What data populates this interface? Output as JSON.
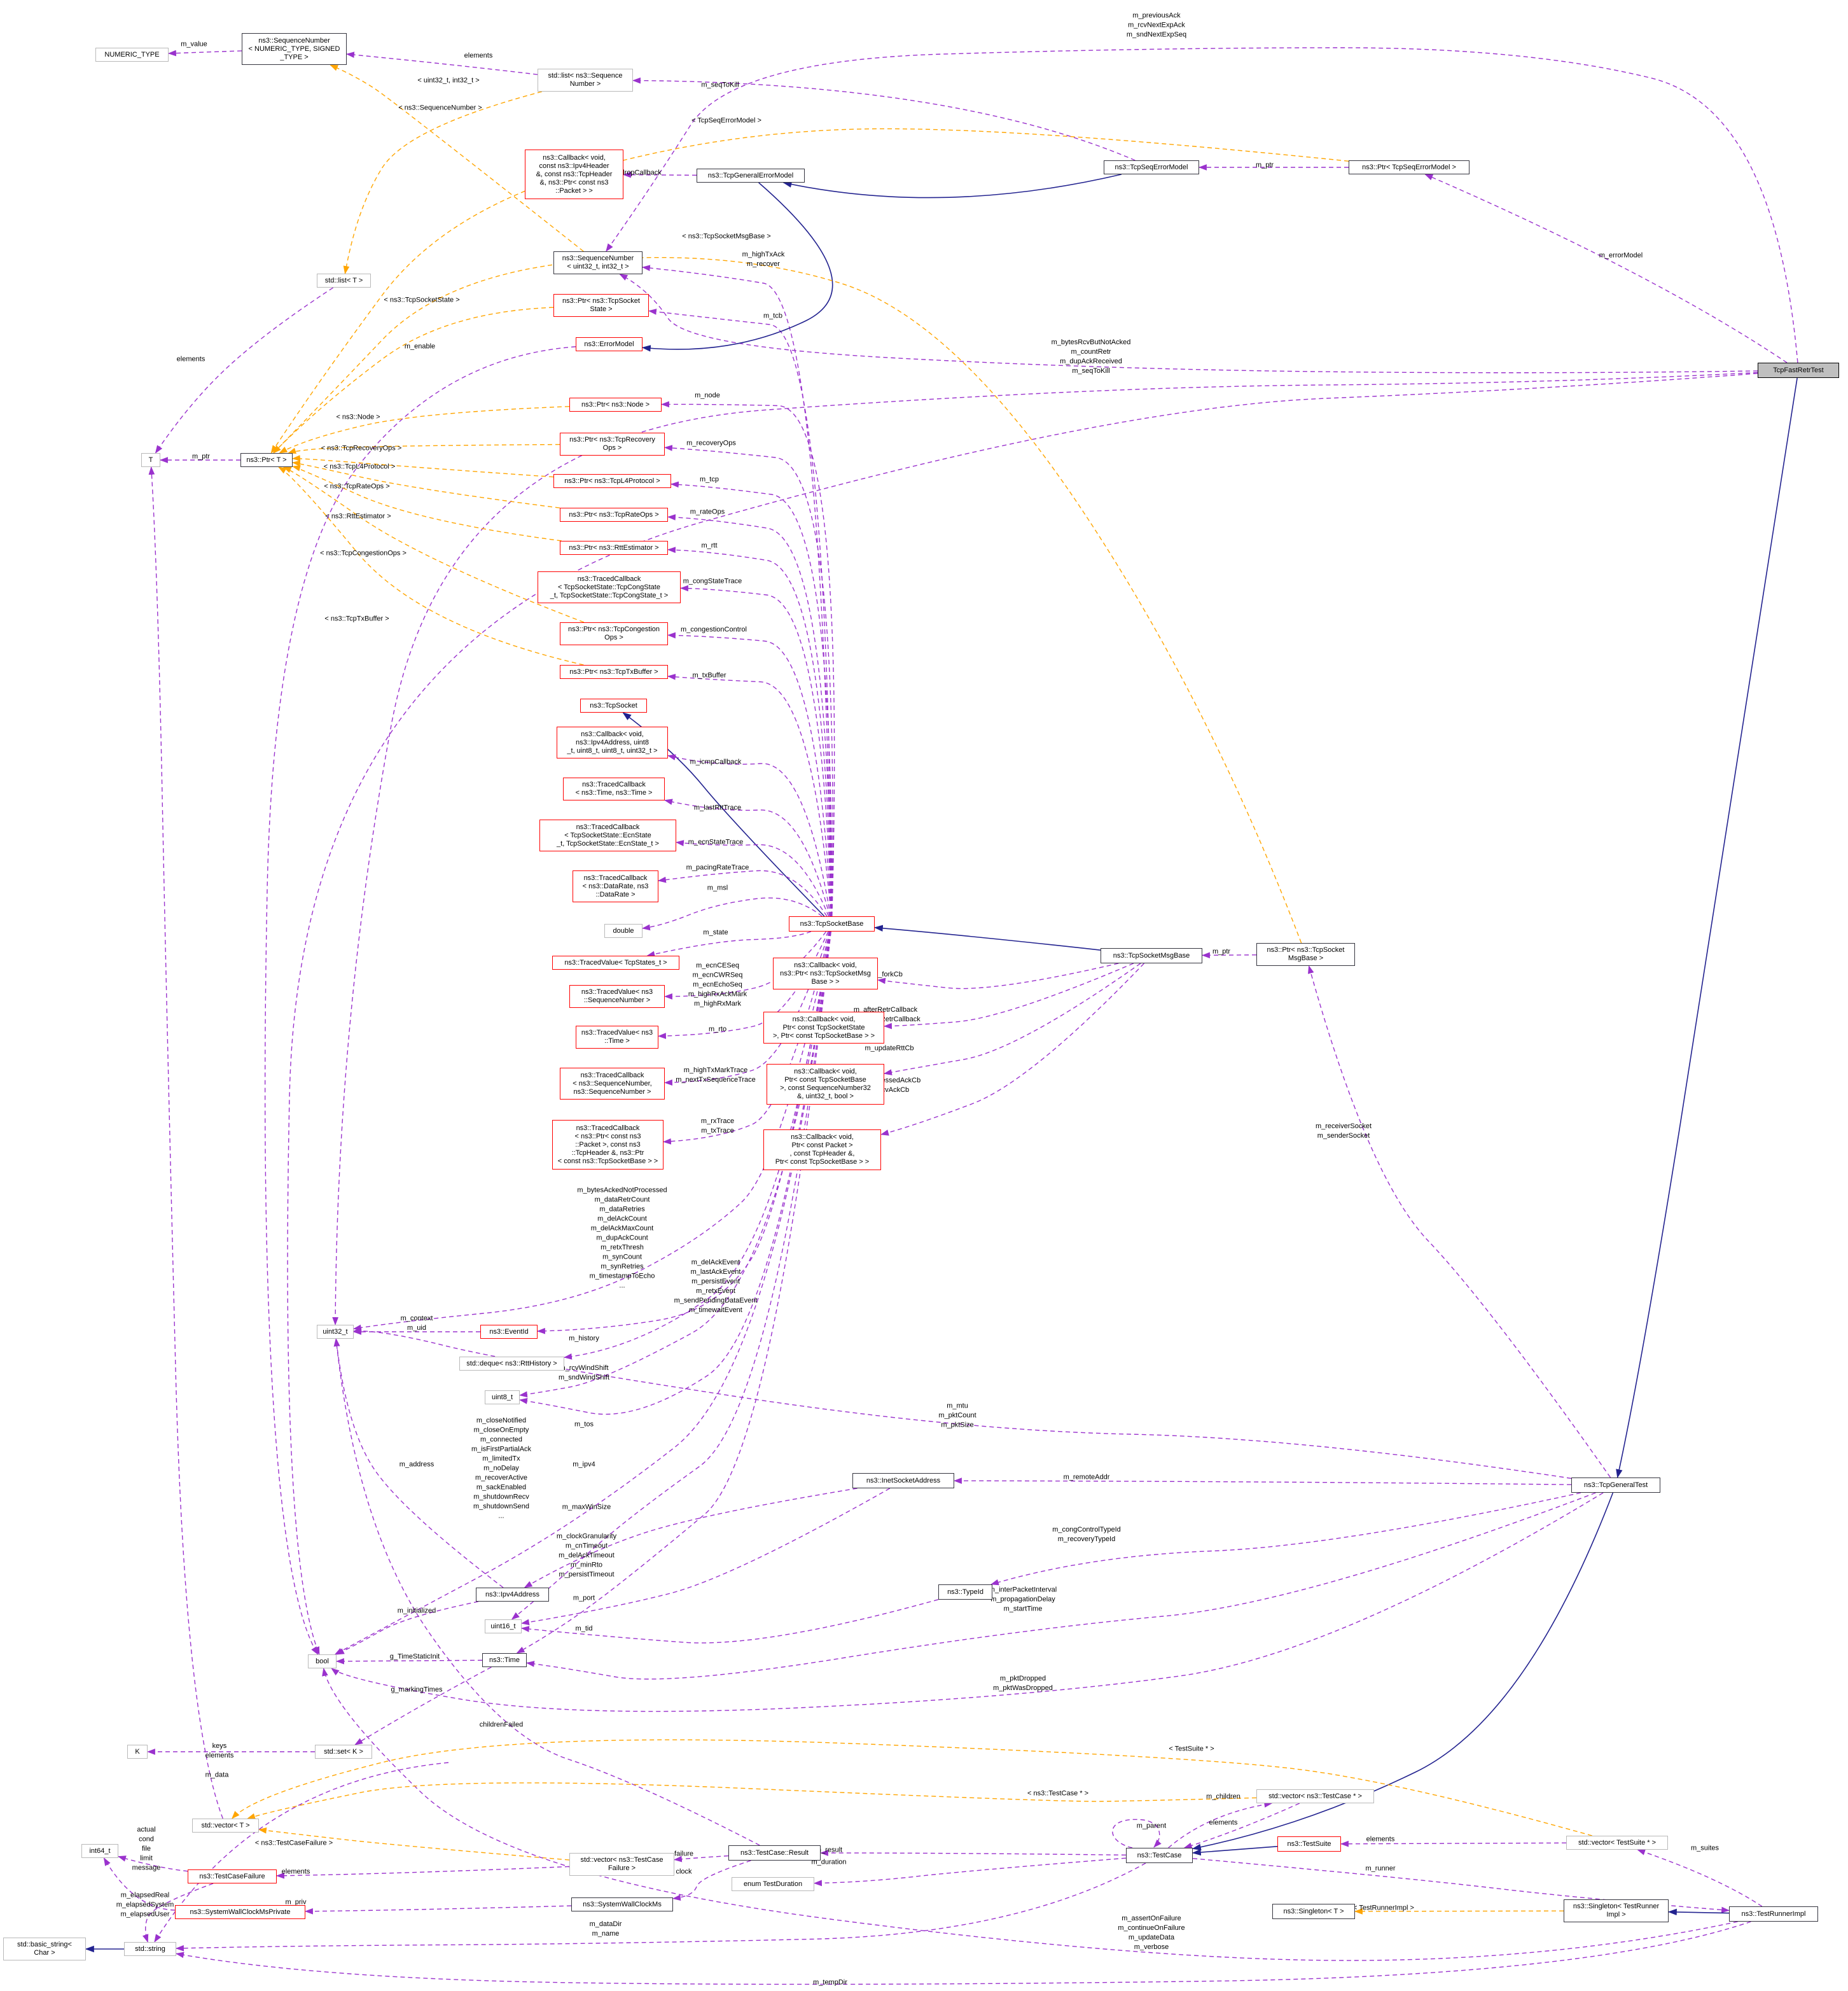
{
  "diagram": {
    "main_node": "TcpFastRetrTest",
    "kind": "collaboration-graph",
    "colors": {
      "member_edge": "#9a32cd",
      "template_edge": "#ffa500",
      "inherit_edge": "#22228f",
      "red_box": "#ff0000",
      "main_fill": "#bfbfbf"
    }
  },
  "nodes": [
    {
      "id": "numeric_type",
      "label": "NUMERIC_TYPE",
      "style": "gray"
    },
    {
      "id": "seqnum_tpl",
      "label": "ns3::SequenceNumber\n< NUMERIC_TYPE, SIGNED\n_TYPE >",
      "style": "black"
    },
    {
      "id": "list_seqnum",
      "label": "std::list< ns3::Sequence\nNumber >",
      "style": "gray"
    },
    {
      "id": "cb_drop",
      "label": "ns3::Callback< void,\nconst ns3::Ipv4Header\n&, const ns3::TcpHeader\n&, ns3::Ptr< const ns3\n::Packet > >",
      "style": "red"
    },
    {
      "id": "tgem",
      "label": "ns3::TcpGeneralErrorModel",
      "style": "black"
    },
    {
      "id": "tsem",
      "label": "ns3::TcpSeqErrorModel",
      "style": "black"
    },
    {
      "id": "ptr_tsem",
      "label": "ns3::Ptr< TcpSeqErrorModel >",
      "style": "black"
    },
    {
      "id": "fastretr",
      "label": "TcpFastRetrTest",
      "style": "main"
    },
    {
      "id": "list_t",
      "label": "std::list< T >",
      "style": "gray"
    },
    {
      "id": "seqnum32",
      "label": "ns3::SequenceNumber\n< uint32_t, int32_t >",
      "style": "black"
    },
    {
      "id": "ptr_sockstate",
      "label": "ns3::Ptr< ns3::TcpSocket\nState >",
      "style": "red"
    },
    {
      "id": "error_model",
      "label": "ns3::ErrorModel",
      "style": "red"
    },
    {
      "id": "T",
      "label": "T",
      "style": "gray"
    },
    {
      "id": "ptr_t",
      "label": "ns3::Ptr< T >",
      "style": "black"
    },
    {
      "id": "ptr_node",
      "label": "ns3::Ptr< ns3::Node >",
      "style": "red"
    },
    {
      "id": "ptr_recovery",
      "label": "ns3::Ptr< ns3::TcpRecovery\nOps >",
      "style": "red"
    },
    {
      "id": "ptr_l4",
      "label": "ns3::Ptr< ns3::TcpL4Protocol >",
      "style": "red"
    },
    {
      "id": "ptr_rate",
      "label": "ns3::Ptr< ns3::TcpRateOps >",
      "style": "red"
    },
    {
      "id": "ptr_rtt",
      "label": "ns3::Ptr< ns3::RttEstimator >",
      "style": "red"
    },
    {
      "id": "tc_congstate",
      "label": "ns3::TracedCallback\n< TcpSocketState::TcpCongState\n_t, TcpSocketState::TcpCongState_t >",
      "style": "red"
    },
    {
      "id": "ptr_congops",
      "label": "ns3::Ptr< ns3::TcpCongestion\nOps >",
      "style": "red"
    },
    {
      "id": "ptr_txbuffer",
      "label": "ns3::Ptr< ns3::TcpTxBuffer >",
      "style": "red"
    },
    {
      "id": "tcpsocket",
      "label": "ns3::TcpSocket",
      "style": "red"
    },
    {
      "id": "cb_icmp",
      "label": "ns3::Callback< void,\nns3::Ipv4Address, uint8\n_t, uint8_t, uint8_t, uint32_t >",
      "style": "red"
    },
    {
      "id": "tc_time",
      "label": "ns3::TracedCallback\n< ns3::Time, ns3::Time >",
      "style": "red"
    },
    {
      "id": "tc_ecn",
      "label": "ns3::TracedCallback\n< TcpSocketState::EcnState\n_t, TcpSocketState::EcnState_t >",
      "style": "red"
    },
    {
      "id": "tc_datarate",
      "label": "ns3::TracedCallback\n< ns3::DataRate, ns3\n::DataRate >",
      "style": "red"
    },
    {
      "id": "double",
      "label": "double",
      "style": "gray"
    },
    {
      "id": "tv_states",
      "label": "ns3::TracedValue< TcpStates_t >",
      "style": "red"
    },
    {
      "id": "tv_seqnum",
      "label": "ns3::TracedValue< ns3\n::SequenceNumber >",
      "style": "red"
    },
    {
      "id": "tv_time",
      "label": "ns3::TracedValue< ns3\n::Time >",
      "style": "red"
    },
    {
      "id": "tc_seqseq",
      "label": "ns3::TracedCallback\n< ns3::SequenceNumber,\nns3::SequenceNumber >",
      "style": "red"
    },
    {
      "id": "tc_ptrpkt",
      "label": "ns3::TracedCallback\n< ns3::Ptr< const ns3\n::Packet >, const ns3\n::TcpHeader &, ns3::Ptr\n< const ns3::TcpSocketBase > >",
      "style": "red"
    },
    {
      "id": "socketbase",
      "label": "ns3::TcpSocketBase",
      "style": "red"
    },
    {
      "id": "cb_fork",
      "label": "ns3::Callback< void,\nns3::Ptr< ns3::TcpSocketMsg\nBase > >",
      "style": "red"
    },
    {
      "id": "cb_retr",
      "label": "ns3::Callback< void,\nPtr< const TcpSocketState\n>, Ptr< const TcpSocketBase > >",
      "style": "red"
    },
    {
      "id": "cb_ack",
      "label": "ns3::Callback< void,\nPtr< const TcpSocketBase\n>, const SequenceNumber32\n&, uint32_t, bool >",
      "style": "red"
    },
    {
      "id": "cb_pkt2",
      "label": "ns3::Callback< void,\nPtr< const Packet >\n, const TcpHeader &,\nPtr< const TcpSocketBase > >",
      "style": "red"
    },
    {
      "id": "msgbase",
      "label": "ns3::TcpSocketMsgBase",
      "style": "black"
    },
    {
      "id": "ptr_msgbase",
      "label": "ns3::Ptr< ns3::TcpSocket\nMsgBase >",
      "style": "black"
    },
    {
      "id": "eventid",
      "label": "ns3::EventId",
      "style": "red"
    },
    {
      "id": "deque_rtt",
      "label": "std::deque< ns3::RttHistory >",
      "style": "gray"
    },
    {
      "id": "uint8",
      "label": "uint8_t",
      "style": "gray"
    },
    {
      "id": "uint32",
      "label": "uint32_t",
      "style": "gray"
    },
    {
      "id": "inet",
      "label": "ns3::InetSocketAddress",
      "style": "black"
    },
    {
      "id": "ipv4addr",
      "label": "ns3::Ipv4Address",
      "style": "black"
    },
    {
      "id": "uint16",
      "label": "uint16_t",
      "style": "gray"
    },
    {
      "id": "time",
      "label": "ns3::Time",
      "style": "black"
    },
    {
      "id": "typeid",
      "label": "ns3::TypeId",
      "style": "black"
    },
    {
      "id": "bool",
      "label": "bool",
      "style": "gray"
    },
    {
      "id": "set_k",
      "label": "std::set< K >",
      "style": "gray"
    },
    {
      "id": "K",
      "label": "K",
      "style": "gray"
    },
    {
      "id": "vector_t",
      "label": "std::vector< T >",
      "style": "gray"
    },
    {
      "id": "int64",
      "label": "int64_t",
      "style": "gray"
    },
    {
      "id": "tcf",
      "label": "ns3::TestCaseFailure",
      "style": "red"
    },
    {
      "id": "vec_failure",
      "label": "std::vector< ns3::TestCase\nFailure >",
      "style": "gray"
    },
    {
      "id": "swcm_priv",
      "label": "ns3::SystemWallClockMsPrivate",
      "style": "red"
    },
    {
      "id": "swcm",
      "label": "ns3::SystemWallClockMs",
      "style": "black"
    },
    {
      "id": "basic_string",
      "label": "std::basic_string<\nChar >",
      "style": "gray"
    },
    {
      "id": "string",
      "label": "std::string",
      "style": "gray"
    },
    {
      "id": "result",
      "label": "ns3::TestCase::Result",
      "style": "black"
    },
    {
      "id": "duration",
      "label": "enum TestDuration",
      "style": "gray"
    },
    {
      "id": "testcase",
      "label": "ns3::TestCase",
      "style": "black"
    },
    {
      "id": "testsuite",
      "label": "ns3::TestSuite",
      "style": "red"
    },
    {
      "id": "vec_testcase",
      "label": "std::vector< ns3::TestCase * >",
      "style": "gray"
    },
    {
      "id": "vec_testsuite",
      "label": "std::vector< TestSuite * >",
      "style": "gray"
    },
    {
      "id": "singleton_t",
      "label": "ns3::Singleton< T >",
      "style": "black"
    },
    {
      "id": "singleton_tr",
      "label": "ns3::Singleton< TestRunner\nImpl >",
      "style": "black"
    },
    {
      "id": "runnerimpl",
      "label": "ns3::TestRunnerImpl",
      "style": "black"
    },
    {
      "id": "generaltest",
      "label": "ns3::TcpGeneralTest",
      "style": "black"
    }
  ],
  "edges": [
    {
      "f": "seqnum_tpl",
      "t": "numeric_type",
      "k": "m",
      "label": "m_value"
    },
    {
      "f": "list_seqnum",
      "t": "seqnum_tpl",
      "k": "m",
      "label": "elements"
    },
    {
      "f": "seqnum32",
      "t": "seqnum_tpl",
      "k": "t",
      "label": "< uint32_t, int32_t >"
    },
    {
      "f": "list_seqnum",
      "t": "list_t",
      "k": "t",
      "label": "< ns3::SequenceNumber >"
    },
    {
      "f": "tsem",
      "t": "list_seqnum",
      "k": "m",
      "label": "m_seqToKill"
    },
    {
      "f": "ptr_tsem",
      "t": "ptr_t",
      "k": "t",
      "label": "< TcpSeqErrorModel >"
    },
    {
      "f": "tgem",
      "t": "cb_drop",
      "k": "m",
      "label": "m_dropCallback"
    },
    {
      "f": "tsem",
      "t": "tgem",
      "k": "i",
      "label": ""
    },
    {
      "f": "ptr_tsem",
      "t": "tsem",
      "k": "m",
      "label": "m_ptr"
    },
    {
      "f": "fastretr",
      "t": "ptr_tsem",
      "k": "m",
      "label": "m_errorModel"
    },
    {
      "f": "fastretr",
      "t": "seqnum32",
      "k": "m",
      "label": "m_previousAck\nm_rcvNextExpAck\nm_sndNextExpSeq"
    },
    {
      "f": "socketbase",
      "t": "seqnum32",
      "k": "m",
      "label": "m_highTxAck\nm_recover"
    },
    {
      "f": "socketbase",
      "t": "ptr_sockstate",
      "k": "m",
      "label": "m_tcb"
    },
    {
      "f": "error_model",
      "t": "bool",
      "k": "m",
      "label": "m_enable"
    },
    {
      "f": "socketbase",
      "t": "tcpsocket",
      "k": "i",
      "label": ""
    },
    {
      "f": "socketbase",
      "t": "ptr_node",
      "k": "m",
      "label": "m_node"
    },
    {
      "f": "socketbase",
      "t": "ptr_recovery",
      "k": "m",
      "label": "m_recoveryOps"
    },
    {
      "f": "socketbase",
      "t": "ptr_l4",
      "k": "m",
      "label": "m_tcp"
    },
    {
      "f": "socketbase",
      "t": "ptr_rate",
      "k": "m",
      "label": "m_rateOps"
    },
    {
      "f": "socketbase",
      "t": "ptr_rtt",
      "k": "m",
      "label": "m_rtt"
    },
    {
      "f": "socketbase",
      "t": "tc_congstate",
      "k": "m",
      "label": "m_congStateTrace"
    },
    {
      "f": "socketbase",
      "t": "ptr_congops",
      "k": "m",
      "label": "m_congestionControl"
    },
    {
      "f": "socketbase",
      "t": "ptr_txbuffer",
      "k": "m",
      "label": "m_txBuffer"
    },
    {
      "f": "socketbase",
      "t": "cb_icmp",
      "k": "m",
      "label": "m_icmpCallback"
    },
    {
      "f": "socketbase",
      "t": "tc_time",
      "k": "m",
      "label": "m_lastRttTrace"
    },
    {
      "f": "socketbase",
      "t": "tc_ecn",
      "k": "m",
      "label": "m_ecnStateTrace"
    },
    {
      "f": "socketbase",
      "t": "tc_datarate",
      "k": "m",
      "label": "m_pacingRateTrace"
    },
    {
      "f": "socketbase",
      "t": "double",
      "k": "m",
      "label": "m_msl"
    },
    {
      "f": "socketbase",
      "t": "tv_states",
      "k": "m",
      "label": "m_state"
    },
    {
      "f": "socketbase",
      "t": "tv_seqnum",
      "k": "m",
      "label": "m_ecnCESeq\nm_ecnCWRSeq\nm_ecnEchoSeq\nm_highRxAckMark\nm_highRxMark"
    },
    {
      "f": "socketbase",
      "t": "tv_time",
      "k": "m",
      "label": "m_rto"
    },
    {
      "f": "socketbase",
      "t": "tc_seqseq",
      "k": "m",
      "label": "m_highTxMarkTrace\nm_nextTxSequenceTrace"
    },
    {
      "f": "socketbase",
      "t": "tc_ptrpkt",
      "k": "m",
      "label": "m_rxTrace\nm_txTrace"
    },
    {
      "f": "socketbase",
      "t": "uint32",
      "k": "m",
      "label": "m_bytesAckedNotProcessed\nm_dataRetrCount\nm_dataRetries\nm_delAckCount\nm_delAckMaxCount\nm_dupAckCount\nm_retxThresh\nm_synCount\nm_synRetries\nm_timestampToEcho\n..."
    },
    {
      "f": "socketbase",
      "t": "eventid",
      "k": "m",
      "label": "m_delAckEvent\nm_lastAckEvent\nm_persistEvent\nm_retxEvent\nm_sendPendingDataEvent\nm_timewaitEvent"
    },
    {
      "f": "eventid",
      "t": "uint32",
      "k": "m",
      "label": "m_context\nm_uid"
    },
    {
      "f": "socketbase",
      "t": "deque_rtt",
      "k": "m",
      "label": "m_history"
    },
    {
      "f": "socketbase",
      "t": "uint8",
      "k": "m",
      "label": "m_rcvWindShift\nm_sndWindShift"
    },
    {
      "f": "socketbase",
      "t": "bool",
      "k": "m",
      "label": "m_closeNotified\nm_closeOnEmpty\nm_connected\nm_isFirstPartialAck\nm_limitedTx\nm_noDelay\nm_recoverActive\nm_sackEnabled\nm_shutdownRecv\nm_shutdownSend\n..."
    },
    {
      "f": "socketbase",
      "t": "uint8",
      "k": "m",
      "label": "m_tos"
    },
    {
      "f": "inet",
      "t": "ipv4addr",
      "k": "m",
      "label": "m_ipv4"
    },
    {
      "f": "socketbase",
      "t": "uint16",
      "k": "m",
      "label": "m_maxWinSize"
    },
    {
      "f": "socketbase",
      "t": "time",
      "k": "m",
      "label": "m_clockGranularity\nm_cnTimeout\nm_delAckTimeout\nm_minRto\nm_persistTimeout"
    },
    {
      "f": "inet",
      "t": "uint16",
      "k": "m",
      "label": "m_port"
    },
    {
      "f": "typeid",
      "t": "uint16",
      "k": "m",
      "label": "m_tid"
    },
    {
      "f": "time",
      "t": "bool",
      "k": "m",
      "label": "g_TimeStaticInit"
    },
    {
      "f": "time",
      "t": "set_k",
      "k": "m",
      "label": "g_markingTimes"
    },
    {
      "f": "set_k",
      "t": "K",
      "k": "m",
      "label": "keys\nelements"
    },
    {
      "f": "ipv4addr",
      "t": "uint32",
      "k": "m",
      "label": "m_address"
    },
    {
      "f": "ipv4addr",
      "t": "bool",
      "k": "m",
      "label": "m_initialized"
    },
    {
      "f": "generaltest",
      "t": "inet",
      "k": "m",
      "label": "m_remoteAddr"
    },
    {
      "f": "generaltest",
      "t": "typeid",
      "k": "m",
      "label": "m_congControlTypeId\nm_recoveryTypeId"
    },
    {
      "f": "generaltest",
      "t": "time",
      "k": "m",
      "label": "m_interPacketInterval\nm_propagationDelay\nm_startTime"
    },
    {
      "f": "generaltest",
      "t": "uint32",
      "k": "m",
      "label": "m_mtu\nm_pktCount\nm_pktSize"
    },
    {
      "f": "generaltest",
      "t": "bool",
      "k": "m",
      "label": "m_pktDropped\nm_pktWasDropped"
    },
    {
      "f": "generaltest",
      "t": "ptr_msgbase",
      "k": "m",
      "label": "m_receiverSocket\nm_senderSocket"
    },
    {
      "f": "fastretr",
      "t": "uint32",
      "k": "m",
      "label": "m_bytesRcvButNotAcked\nm_countRetr\nm_dupAckReceived\nm_seqToKill"
    },
    {
      "f": "fastretr",
      "t": "bool",
      "k": "m",
      "label": ""
    },
    {
      "f": "fastretr",
      "t": "seqnum32",
      "k": "m",
      "label": ""
    },
    {
      "f": "fastretr",
      "t": "generaltest",
      "k": "i",
      "label": ""
    },
    {
      "f": "generaltest",
      "t": "testcase",
      "k": "i",
      "label": ""
    },
    {
      "f": "msgbase",
      "t": "socketbase",
      "k": "i",
      "label": ""
    },
    {
      "f": "tgem",
      "t": "error_model",
      "k": "i",
      "label": ""
    },
    {
      "f": "msgbase",
      "t": "cb_fork",
      "k": "m",
      "label": "m_forkCb"
    },
    {
      "f": "msgbase",
      "t": "cb_retr",
      "k": "m",
      "label": "m_afterRetrCallback\nm_beforeRetrCallback"
    },
    {
      "f": "msgbase",
      "t": "cb_ack",
      "k": "m",
      "label": "m_updateRttCb"
    },
    {
      "f": "msgbase",
      "t": "cb_pkt2",
      "k": "m",
      "label": "m_processedAckCb\nm_rcvAckCb"
    },
    {
      "f": "ptr_msgbase",
      "t": "msgbase",
      "k": "m",
      "label": "m_ptr"
    },
    {
      "f": "ptr_msgbase",
      "t": "ptr_t",
      "k": "t",
      "label": "< ns3::TcpSocketMsgBase >"
    },
    {
      "f": "result",
      "t": "uint32",
      "k": "m",
      "label": "childrenFailed"
    },
    {
      "f": "testcase",
      "t": "vec_testcase",
      "k": "m",
      "label": "m_children"
    },
    {
      "f": "vec_testcase",
      "t": "testcase",
      "k": "m",
      "label": "elements"
    },
    {
      "f": "testcase",
      "t": "testcase",
      "k": "m",
      "label": "m_parent"
    },
    {
      "f": "testsuite",
      "t": "testcase",
      "k": "i",
      "label": ""
    },
    {
      "f": "vec_testsuite",
      "t": "testsuite",
      "k": "m",
      "label": "elements"
    },
    {
      "f": "runnerimpl",
      "t": "vec_testsuite",
      "k": "m",
      "label": "m_suites"
    },
    {
      "f": "testcase",
      "t": "runnerimpl",
      "k": "m",
      "label": "m_runner"
    },
    {
      "f": "runnerimpl",
      "t": "singleton_tr",
      "k": "i",
      "label": ""
    },
    {
      "f": "singleton_tr",
      "t": "singleton_t",
      "k": "t",
      "label": "< TestRunnerImpl >"
    },
    {
      "f": "testcase",
      "t": "result",
      "k": "m",
      "label": "m_result"
    },
    {
      "f": "testcase",
      "t": "duration",
      "k": "m",
      "label": "m_duration"
    },
    {
      "f": "result",
      "t": "vec_failure",
      "k": "m",
      "label": "failure"
    },
    {
      "f": "result",
      "t": "swcm",
      "k": "m",
      "label": "clock"
    },
    {
      "f": "vec_failure",
      "t": "vector_t",
      "k": "t",
      "label": "< ns3::TestCaseFailure >"
    },
    {
      "f": "vec_failure",
      "t": "tcf",
      "k": "m",
      "label": "elements"
    },
    {
      "f": "tcf",
      "t": "int64",
      "k": "m",
      "label": "actual\ncond\nfile\nlimit\nmessage"
    },
    {
      "f": "tcf",
      "t": "string",
      "k": "m",
      "label": ""
    },
    {
      "f": "swcm",
      "t": "swcm_priv",
      "k": "m",
      "label": "m_priv"
    },
    {
      "f": "swcm_priv",
      "t": "int64",
      "k": "m",
      "label": "m_elapsedReal\nm_elapsedSystem\nm_elapsedUser"
    },
    {
      "f": "string",
      "t": "basic_string",
      "k": "i",
      "label": ""
    },
    {
      "f": "testcase",
      "t": "string",
      "k": "m",
      "label": "m_dataDir\nm_name"
    },
    {
      "f": "runnerimpl",
      "t": "string",
      "k": "m",
      "label": "m_tempDir"
    },
    {
      "f": "runnerimpl",
      "t": "bool",
      "k": "m",
      "label": "m_assertOnFailure\nm_continueOnFailure\nm_updateData\nm_verbose"
    },
    {
      "f": "vec_testcase",
      "t": "vector_t",
      "k": "t",
      "label": "< ns3::TestCase * >"
    },
    {
      "f": "vec_testsuite",
      "t": "vector_t",
      "k": "t",
      "label": "< TestSuite * >"
    },
    {
      "f": "vector_t",
      "t": "T",
      "k": "m",
      "label": ""
    },
    {
      "f": "list_t",
      "t": "T",
      "k": "m",
      "label": "elements"
    },
    {
      "f": "ptr_t",
      "t": "T",
      "k": "m",
      "label": "m_ptr"
    },
    {
      "f": "ptr_sockstate",
      "t": "ptr_t",
      "k": "t",
      "label": "< ns3::TcpSocketState >"
    },
    {
      "f": "ptr_node",
      "t": "ptr_t",
      "k": "t",
      "label": "< ns3::Node >"
    },
    {
      "f": "ptr_recovery",
      "t": "ptr_t",
      "k": "t",
      "label": "< ns3::TcpRecoveryOps >"
    },
    {
      "f": "ptr_l4",
      "t": "ptr_t",
      "k": "t",
      "label": "< ns3::TcpL4Protocol >"
    },
    {
      "f": "ptr_rate",
      "t": "ptr_t",
      "k": "t",
      "label": "< ns3::TcpRateOps >"
    },
    {
      "f": "ptr_rtt",
      "t": "ptr_t",
      "k": "t",
      "label": "< ns3::RttEstimator >"
    },
    {
      "f": "ptr_congops",
      "t": "ptr_t",
      "k": "t",
      "label": "< ns3::TcpCongestionOps >"
    },
    {
      "f": "ptr_txbuffer",
      "t": "ptr_t",
      "k": "t",
      "label": "< ns3::TcpTxBuffer >"
    },
    {
      "f": "",
      "t": "string",
      "k": "m",
      "label": "m_data"
    }
  ]
}
